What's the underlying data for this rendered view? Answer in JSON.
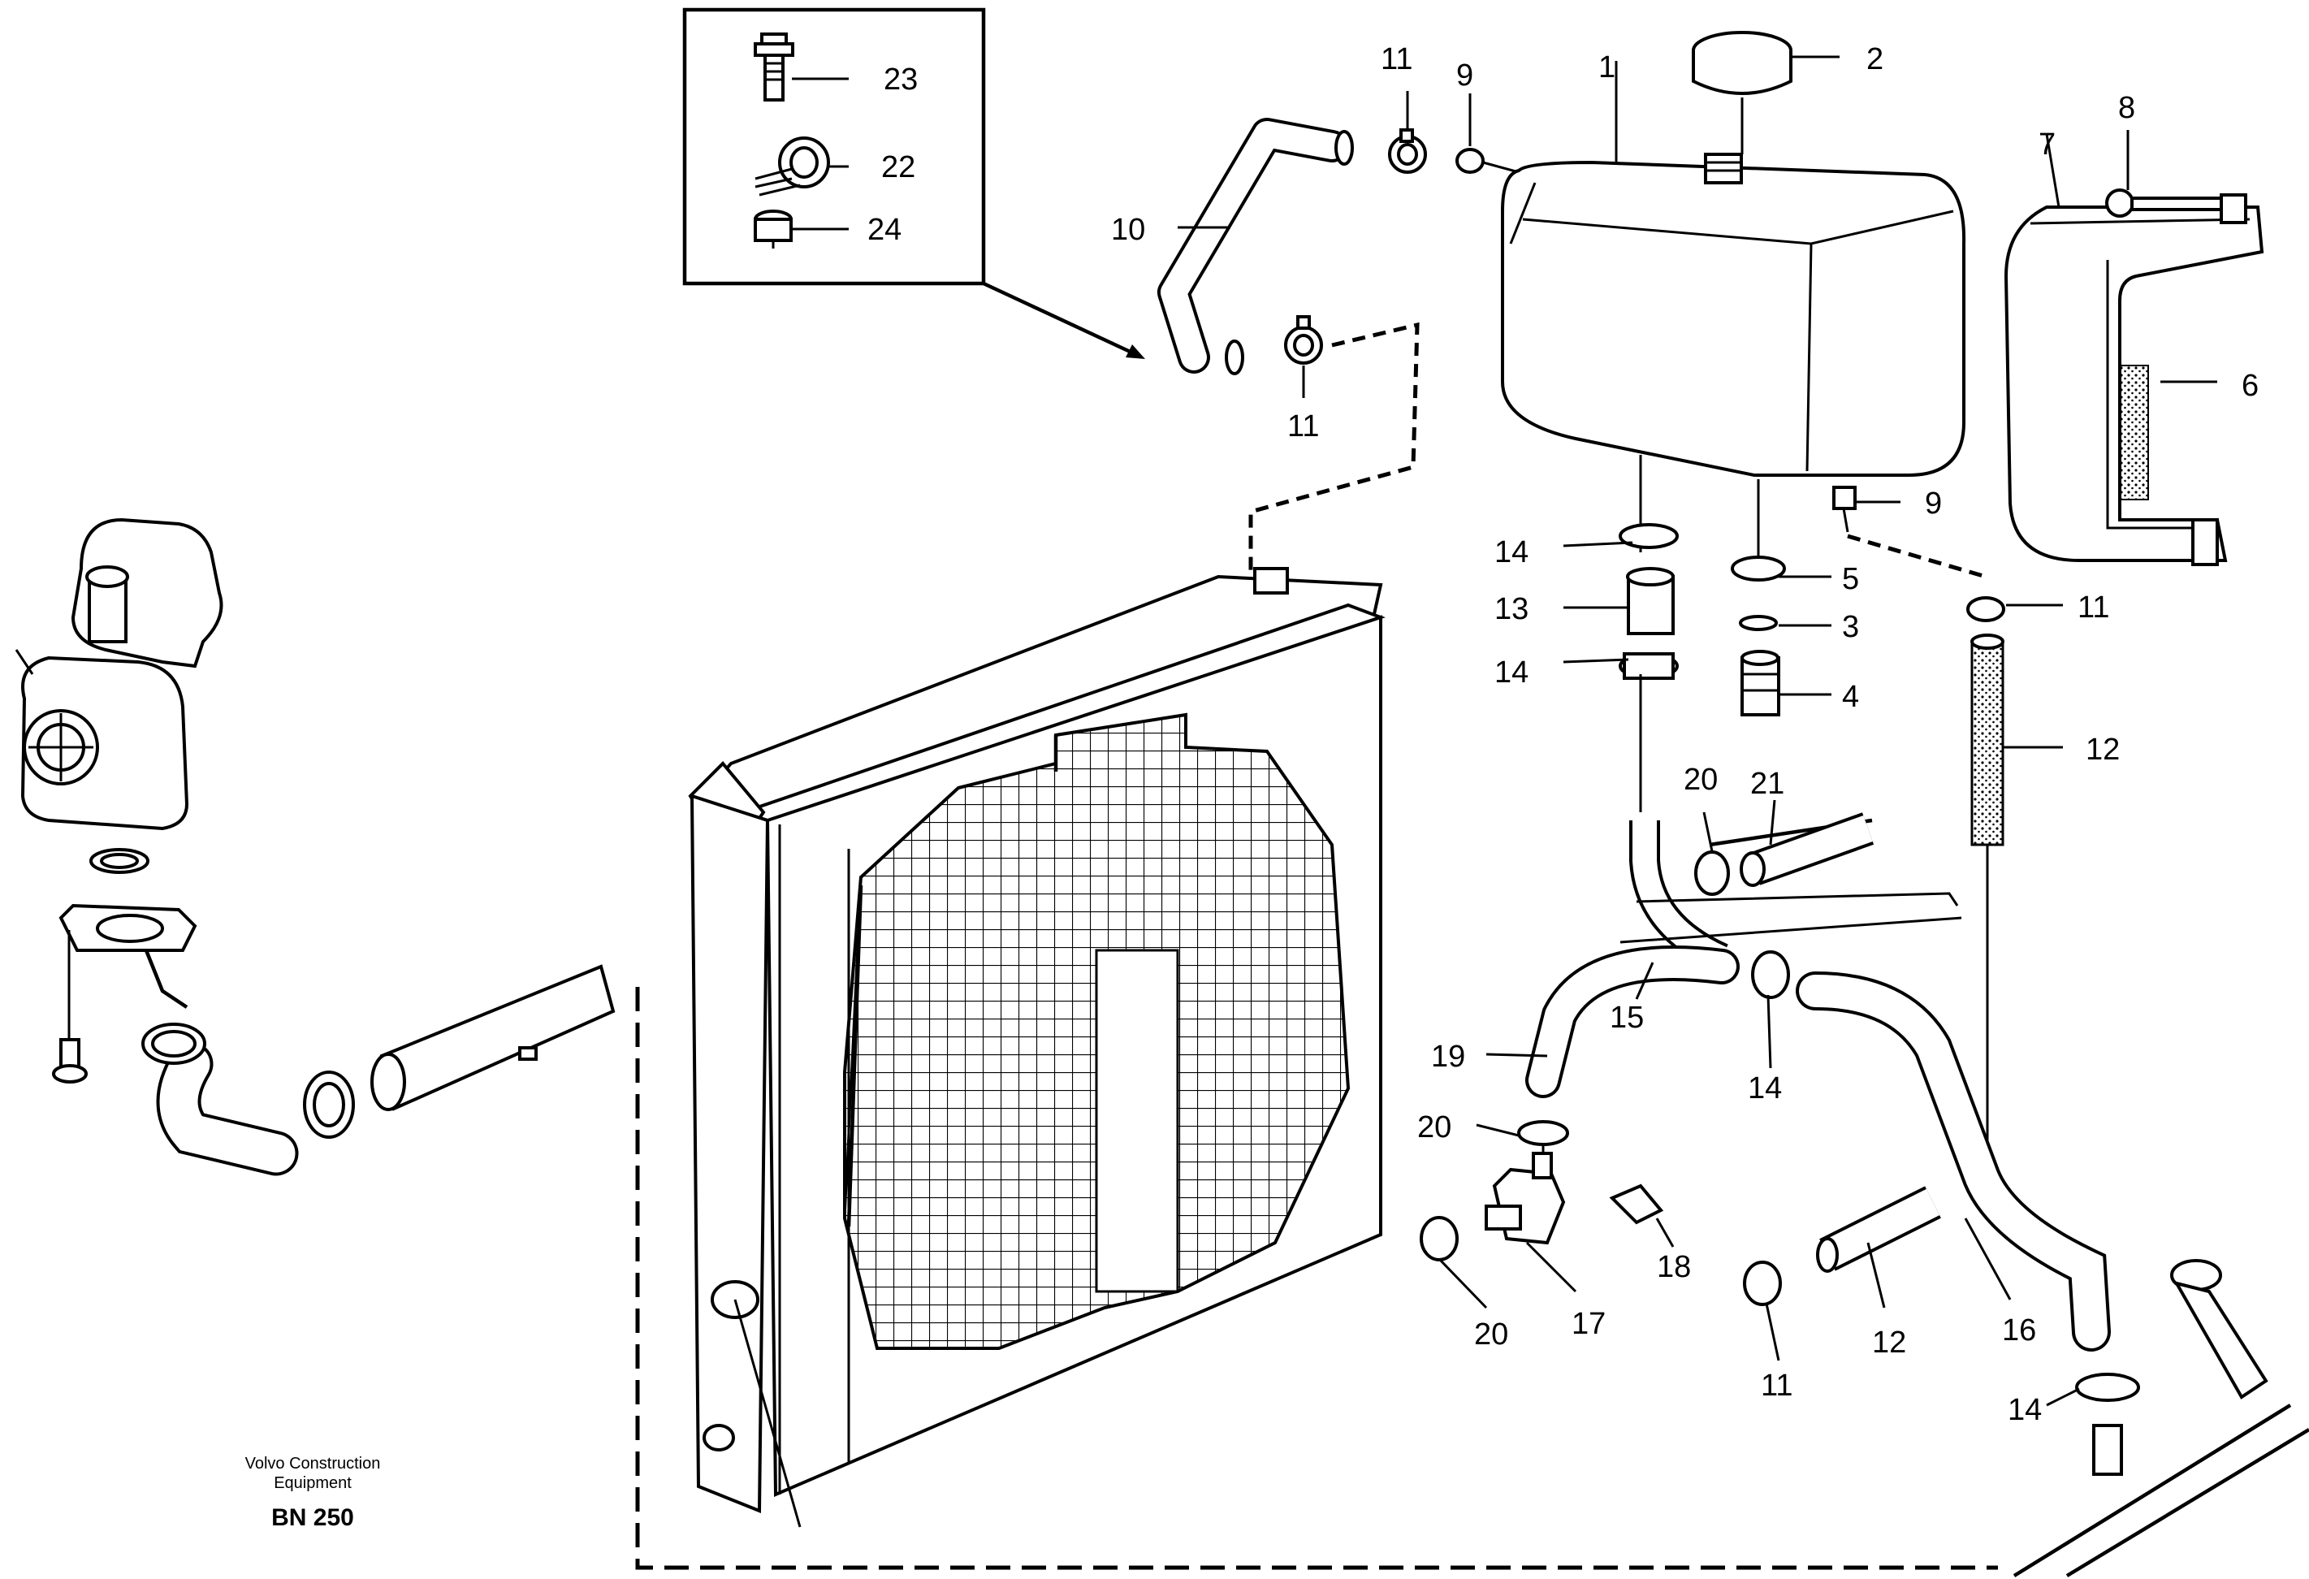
{
  "labels": {
    "p23": "23",
    "p22": "22",
    "p24": "24",
    "p11_top": "11",
    "p9_top": "9",
    "p1": "1",
    "p2": "2",
    "p10": "10",
    "p11_mid": "11",
    "p8": "8",
    "p7": "7",
    "p6": "6",
    "p9_right": "9",
    "p14_a": "14",
    "p5": "5",
    "p13": "13",
    "p3": "3",
    "p11_right": "11",
    "p14_b": "14",
    "p4": "4",
    "p12_right": "12",
    "p20_top": "20",
    "p21": "21",
    "p15": "15",
    "p19": "19",
    "p14_c": "14",
    "p20_mid": "20",
    "p18": "18",
    "p17": "17",
    "p20_bottom": "20",
    "p12_bottom": "12",
    "p16": "16",
    "p11_bottom": "11",
    "p14_d": "14"
  },
  "caption": {
    "line1": "Volvo Construction",
    "line2": "Equipment",
    "code": "BN 250"
  }
}
